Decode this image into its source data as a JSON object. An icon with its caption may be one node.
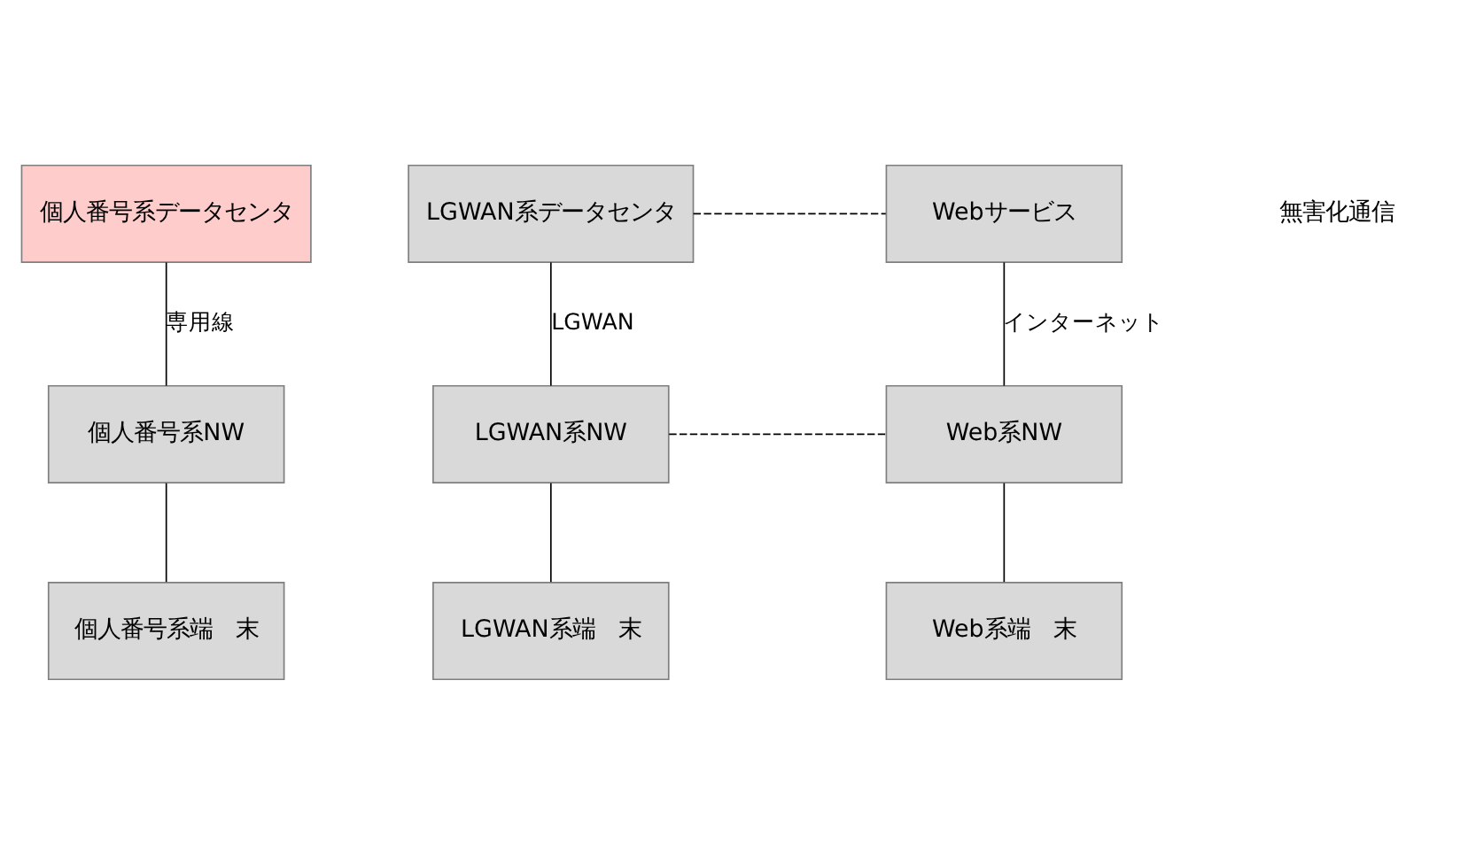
{
  "diagram": {
    "nodes": [
      {
        "text": [
          "個人番号系データセンタ"
        ]
      },
      {
        "text": [
          "LGWAN系データセンタ"
        ]
      },
      {
        "text": [
          "Webサービス"
        ]
      },
      {
        "text": [
          "個人番号系NW"
        ]
      },
      {
        "text": [
          "LGWAN系NW"
        ]
      },
      {
        "text": [
          "Web系NW"
        ]
      },
      {
        "text": [
          "個人番号系端　末"
        ]
      },
      {
        "text": [
          "LGWAN系端　末"
        ]
      },
      {
        "text": [
          "Web系端　末"
        ]
      }
    ],
    "edges": [
      {
        "from": 0,
        "to": 3,
        "arrow": "none",
        "label": "専用線"
      },
      {
        "from": 3,
        "to": 6,
        "arrow": "none"
      },
      {
        "from": 1,
        "to": 4,
        "arrow": "none",
        "label": "LGWAN"
      },
      {
        "from": 4,
        "to": 7,
        "arrow": "none"
      },
      {
        "from": 2,
        "to": 5,
        "arrow": "none",
        "label": "インターネット"
      },
      {
        "from": 5,
        "to": 8,
        "arrow": "none"
      },
      {
        "from": 1,
        "to": 2,
        "arrow": "none",
        "style": "dashed"
      },
      {
        "from": 4,
        "to": 5,
        "arrow": "none",
        "style": "dashed"
      }
    ],
    "labels": [
      "無害化通信"
    ]
  }
}
